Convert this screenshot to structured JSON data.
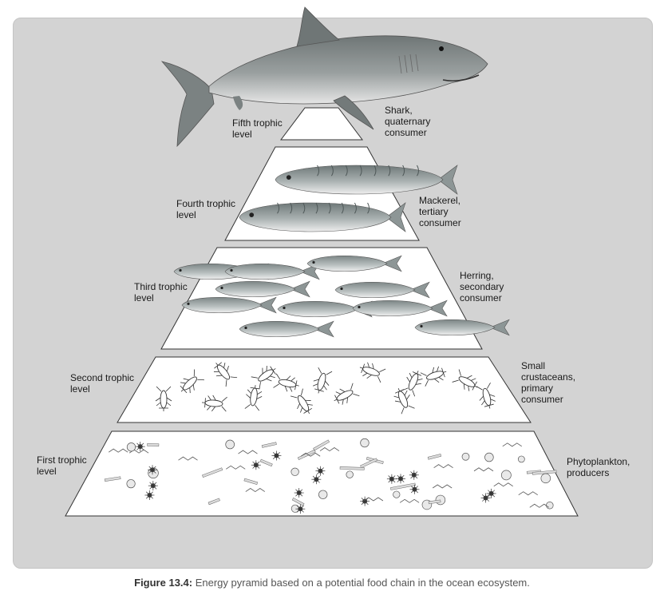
{
  "levels": [
    {
      "level": "Fifth trophic\nlevel",
      "organism": "Shark,\nquaternary\nconsumer"
    },
    {
      "level": "Fourth trophic\nlevel",
      "organism": "Mackerel,\ntertiary\nconsumer"
    },
    {
      "level": "Third trophic\nlevel",
      "organism": "Herring,\nsecondary\nconsumer"
    },
    {
      "level": "Second trophic\nlevel",
      "organism": "Small\ncrustaceans,\nprimary\nconsumer"
    },
    {
      "level": "First trophic\nlevel",
      "organism": "Phytoplankton,\nproducers"
    }
  ],
  "caption": {
    "label": "Figure 13.4:",
    "text": "Energy pyramid based on a potential food chain in the ocean ecosystem."
  },
  "colors": {
    "panel": "#d3d3d3",
    "tier_fill": "#ffffff",
    "tier_stroke": "#333333",
    "fish": "#9aa3a3",
    "shark": "#8c9292"
  }
}
